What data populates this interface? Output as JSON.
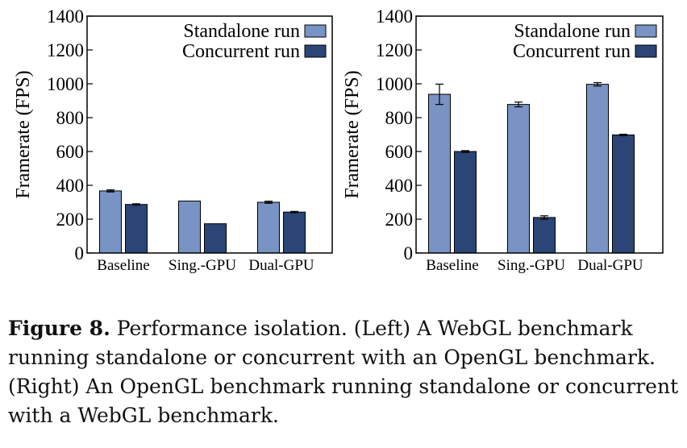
{
  "chart_data": [
    {
      "type": "bar",
      "categories": [
        "Baseline",
        "Sing.-GPU",
        "Dual-GPU"
      ],
      "ylabel": "Framerate (FPS)",
      "ylim": [
        0,
        1400
      ],
      "yticks": [
        0,
        200,
        400,
        600,
        800,
        1000,
        1200,
        1400
      ],
      "legend_position": "top-right",
      "series": [
        {
          "name": "Standalone run",
          "color": "#7893c4",
          "values": [
            367,
            307,
            300
          ],
          "errors": [
            6,
            0,
            6
          ]
        },
        {
          "name": "Concurrent run",
          "color": "#2b4576",
          "values": [
            287,
            173,
            242
          ],
          "errors": [
            4,
            0,
            4
          ]
        }
      ]
    },
    {
      "type": "bar",
      "categories": [
        "Baseline",
        "Sing.-GPU",
        "Dual-GPU"
      ],
      "ylabel": "Framerate (FPS)",
      "ylim": [
        0,
        1400
      ],
      "yticks": [
        0,
        200,
        400,
        600,
        800,
        1000,
        1200,
        1400
      ],
      "legend_position": "top-right",
      "series": [
        {
          "name": "Standalone run",
          "color": "#7893c4",
          "values": [
            938,
            878,
            997
          ],
          "errors": [
            60,
            14,
            10
          ]
        },
        {
          "name": "Concurrent run",
          "color": "#2b4576",
          "values": [
            600,
            210,
            698
          ],
          "errors": [
            5,
            10,
            4
          ]
        }
      ]
    }
  ],
  "caption": {
    "label": "Figure 8.",
    "text": " Performance isolation. (Left) A WebGL benchmark running standalone or concurrent with an OpenGL benchmark. (Right) An OpenGL benchmark running standalone or concurrent with a WebGL benchmark."
  }
}
